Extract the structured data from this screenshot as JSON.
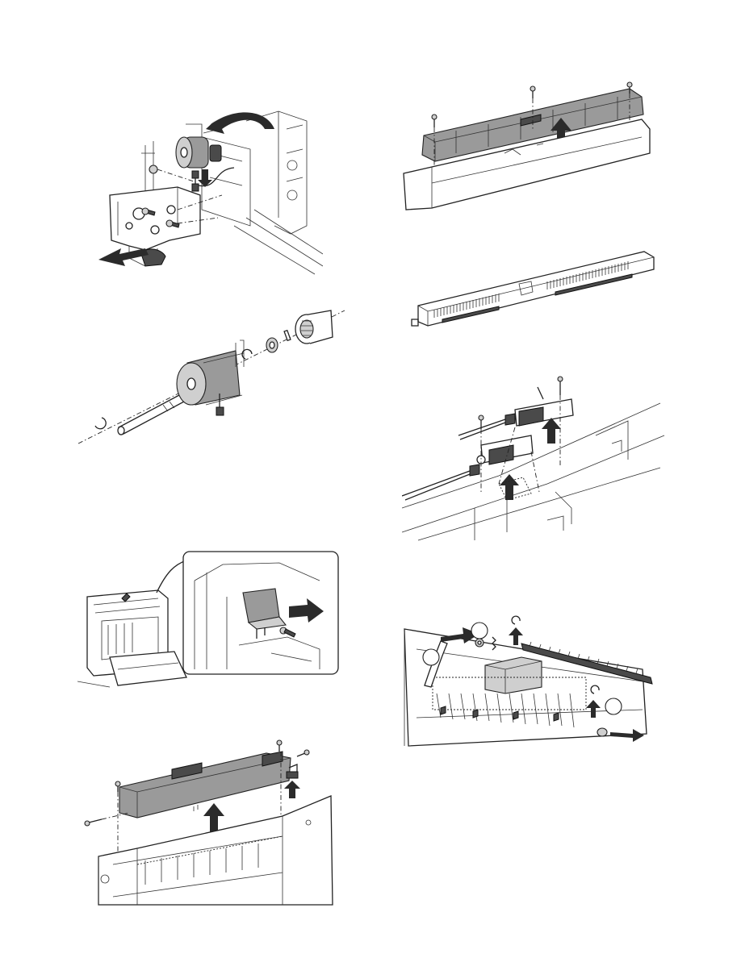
{
  "page": {
    "figures": [
      {
        "id": "fig-motor-bracket",
        "icon": "motor-bracket-removal-illustration"
      },
      {
        "id": "fig-clutch-shaft",
        "icon": "clutch-shaft-exploded-illustration"
      },
      {
        "id": "fig-door-sensor",
        "icon": "door-actuator-removal-illustration"
      },
      {
        "id": "fig-cover-top",
        "icon": "cover-removal-illustration"
      },
      {
        "id": "fig-guide-top",
        "icon": "guide-removal-illustration"
      },
      {
        "id": "fig-guide-bottom",
        "icon": "guide-illustration"
      },
      {
        "id": "fig-sensors",
        "icon": "sensor-removal-illustration"
      },
      {
        "id": "fig-roller",
        "icon": "roller-removal-illustration"
      }
    ]
  },
  "colors": {
    "line": "#222222",
    "gray": "#9a9a9a",
    "light_gray": "#cfcfcf",
    "dark": "#4a4a4a"
  }
}
